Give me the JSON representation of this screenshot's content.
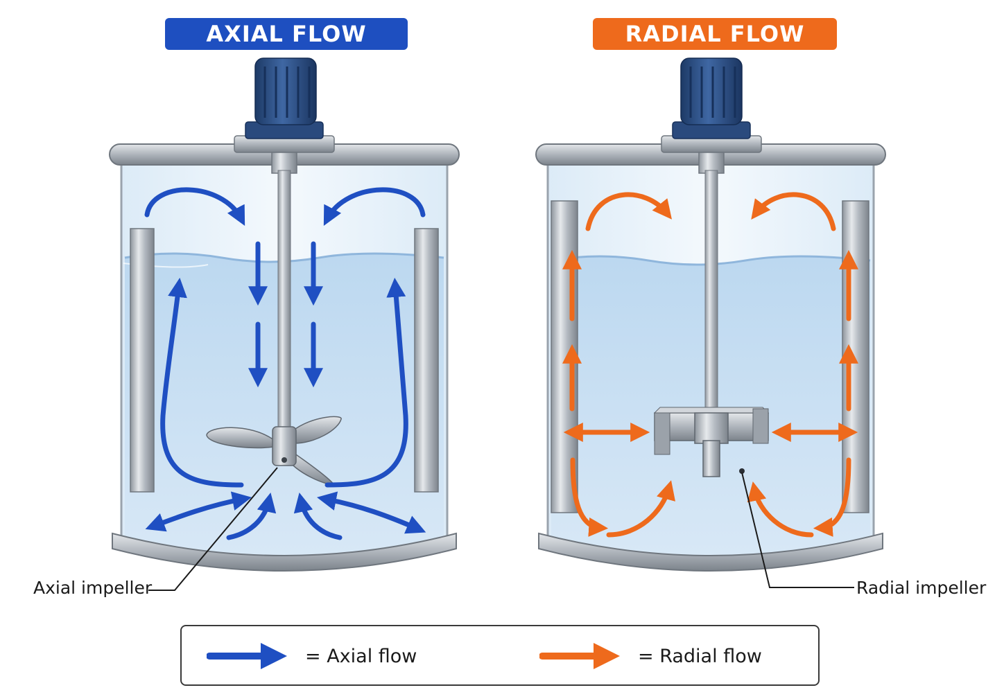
{
  "panels": {
    "axial": {
      "title": "AXIAL FLOW",
      "callout": "Axial impeller"
    },
    "radial": {
      "title": "RADIAL FLOW",
      "callout": "Radial impeller"
    }
  },
  "legend": {
    "axial_label": "= Axial flow",
    "radial_label": "= Radial flow"
  },
  "colors": {
    "axial": "#1f4fc2",
    "radial": "#ee6a1c",
    "axial_title_bg": "#1e4fc0",
    "radial_title_bg": "#ee6a1c",
    "water": "#cfe3f5",
    "motor": "#2c4f86",
    "steel": "#a9b0b8"
  }
}
